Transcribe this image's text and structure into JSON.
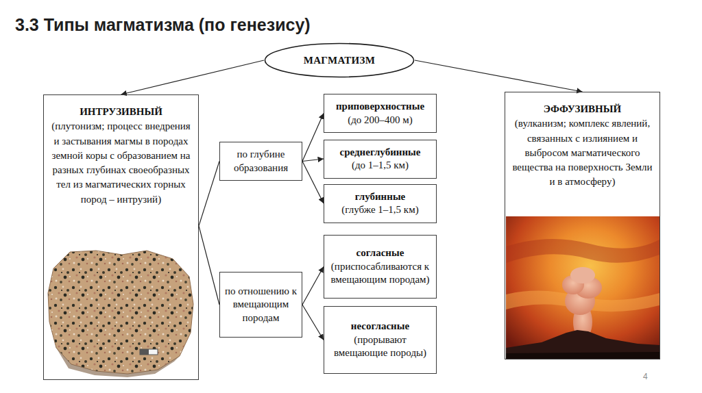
{
  "diagram": {
    "title": "3.3 Типы магматизма (по генезису)",
    "nodes": [
      {
        "text": [
          "МАГМАТИЗМ"
        ]
      },
      {
        "text": [
          "ИНТРУЗИВНЫЙ",
          "(плутонизм; процесс внедрения и застывания магмы в породах земной коры с образованием на разных глубинах своеобразных тел из магматических горных пород – интрузий)"
        ]
      },
      {
        "text": [
          "по глубине образования"
        ]
      },
      {
        "text": [
          "приповерхностные",
          "(до 200–400 м)"
        ]
      },
      {
        "text": [
          "среднеглубинные",
          "(до 1–1,5 км)"
        ]
      },
      {
        "text": [
          "глубинные",
          "(глубже 1–1,5 км)"
        ]
      },
      {
        "text": [
          "по отношению к вмещающим породам"
        ]
      },
      {
        "text": [
          "согласные",
          "(приспосабливаются к вмещающим породам)"
        ]
      },
      {
        "text": [
          "несогласные",
          "(прорывают вмещающие породы)"
        ]
      },
      {
        "text": [
          "ЭФФУЗИВНЫЙ",
          "(вулканизм; комплекс явлений, связанных с излиянием и выбросом магматического вещества на поверхность Земли и в атмосферу)"
        ]
      }
    ],
    "edges": [
      {
        "from": 0,
        "to": 1,
        "arrow": "to"
      },
      {
        "from": 0,
        "to": 9,
        "arrow": "to"
      },
      {
        "from": 1,
        "to": 2,
        "arrow": "none"
      },
      {
        "from": 1,
        "to": 6,
        "arrow": "none"
      },
      {
        "from": 2,
        "to": 3,
        "arrow": "to"
      },
      {
        "from": 2,
        "to": 4,
        "arrow": "to"
      },
      {
        "from": 2,
        "to": 5,
        "arrow": "to"
      },
      {
        "from": 6,
        "to": 7,
        "arrow": "to"
      },
      {
        "from": 6,
        "to": 8,
        "arrow": "to"
      }
    ],
    "labels": [
      "4"
    ]
  }
}
